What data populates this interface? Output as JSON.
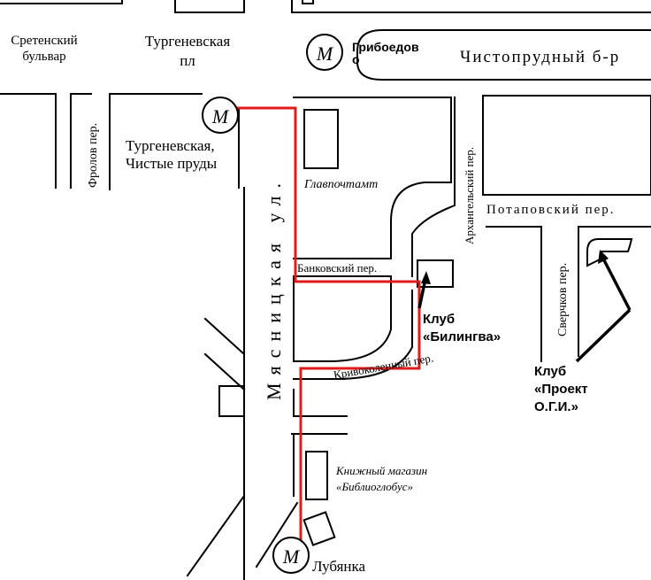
{
  "colors": {
    "route": "#e01b1b",
    "lines": "#000000",
    "background": "#ffffff"
  },
  "metro_symbol": "M",
  "stations": {
    "turgenevskaya": "Тургеневская,\nЧистые пруды",
    "griboedov": "Грибоедов\nо",
    "lubyanka": "Лубянка"
  },
  "streets": {
    "sretensky": "Сретенский\nбульвар",
    "turgenevskaya_pl": "Тургеневская\nпл",
    "chistoprudny": "Чистопрудный  б-р",
    "frolov": "Фролов пер.",
    "myasnitskaya": "Мясницкая  ул.",
    "arkhangelsky": "Архангельский пер.",
    "potapovsky": "Потаповский пер.",
    "bankovsky": "Банковский пер.",
    "krivokolenny": "Кривоколенный пер.",
    "sverchkov": "Сверчков пер."
  },
  "landmarks": {
    "glavpochtamt": "Главпочтамт",
    "bookstore": "Книжный магазин\n«Библиоглобус»"
  },
  "clubs": {
    "bilingva": "Клуб\n«Билингва»",
    "proekt_ogi": "Клуб\n«Проект\nО.Г.И.»"
  }
}
